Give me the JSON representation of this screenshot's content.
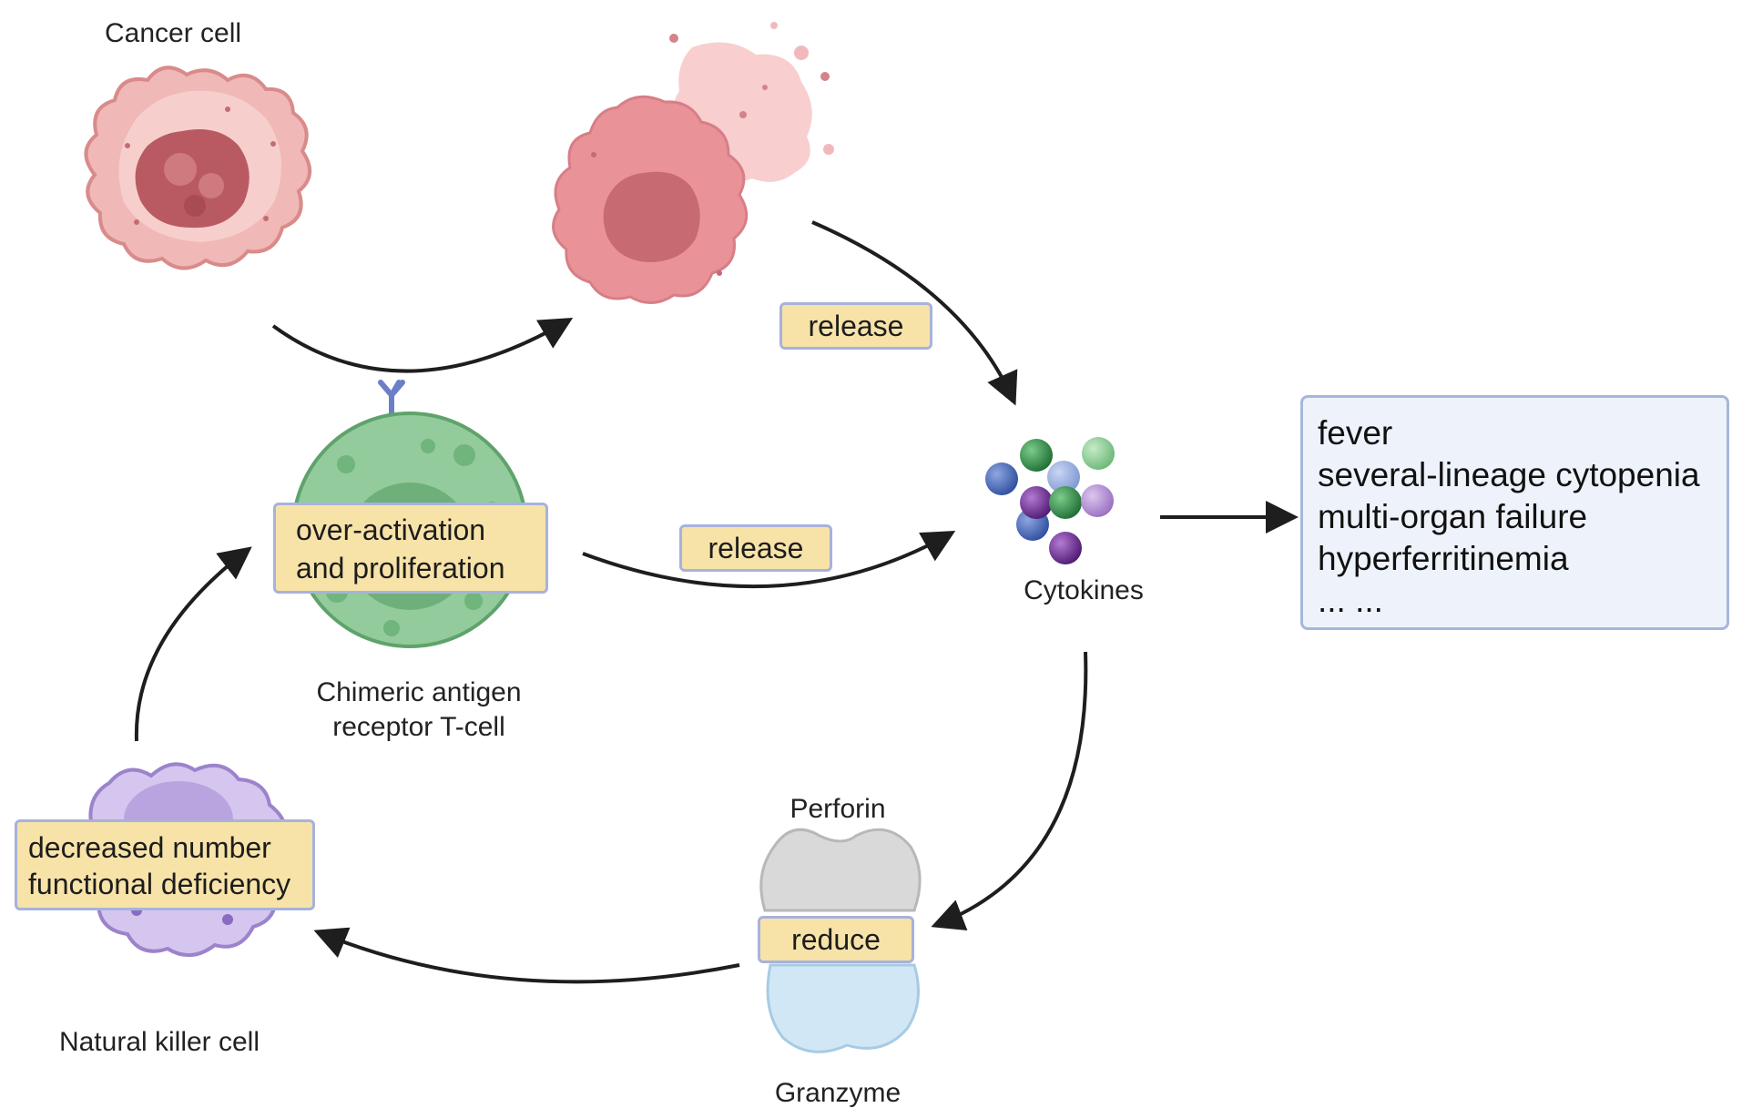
{
  "nodes": {
    "cancer_cell": "Cancer cell",
    "car_t_cell": [
      "Chimeric antigen",
      "receptor T-cell"
    ],
    "cytokines": "Cytokines",
    "nk_cell": "Natural killer cell",
    "perforin": "Perforin",
    "granzyme": "Granzyme"
  },
  "tags": {
    "release_top": "release",
    "release_mid": "release",
    "activation": [
      "over-activation",
      "and proliferation"
    ],
    "nk_deficit": [
      "decreased number",
      "functional deficiency"
    ],
    "reduce": "reduce"
  },
  "symptoms": [
    "fever",
    "several-lineage cytopenia",
    "multi-organ failure",
    "hyperferritinemia",
    "... ..."
  ],
  "colors": {
    "cancer_cell": "#e9a3a3",
    "cancer_nucleus": "#b7595f",
    "lysed_cell": "#e68f95",
    "t_cell": "#8cc596",
    "nk_cell": "#cbbde8",
    "tag_fill": "#f7e3a8",
    "tag_border": "#a7b2dc",
    "perforin": "#d6d6d6",
    "granzyme": "#cfe6f4",
    "arrow": "#1e1e1e"
  }
}
